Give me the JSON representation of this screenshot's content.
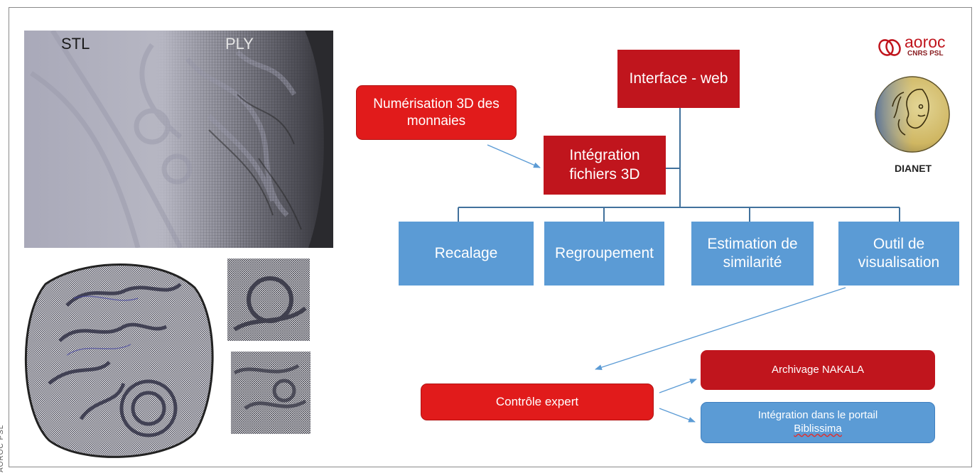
{
  "images": {
    "stl_label": "STL",
    "ply_label": "PLY"
  },
  "side_credit": "AOROC PSL",
  "logo": {
    "name": "aoroc",
    "subtitle": "CNRS PSL",
    "project": "DIANET"
  },
  "nodes": {
    "interface_web": "Interface - web",
    "numerisation": "Numérisation 3D des monnaies",
    "integration_3d": "Intégration fichiers 3D",
    "recalage": "Recalage",
    "regroupement": "Regroupement",
    "estimation": "Estimation de similarité",
    "outil": "Outil de visualisation",
    "controle": "Contrôle expert",
    "archivage": "Archivage NAKALA",
    "integration_portail_line1": "Intégration dans le portail",
    "integration_portail_line2": "Biblissima"
  },
  "colors": {
    "dark_red": "#c0151d",
    "bright_red": "#e11b1b",
    "blue": "#5b9bd5",
    "connector_dark": "#41719c",
    "arrow_light": "#5b9bd5"
  }
}
